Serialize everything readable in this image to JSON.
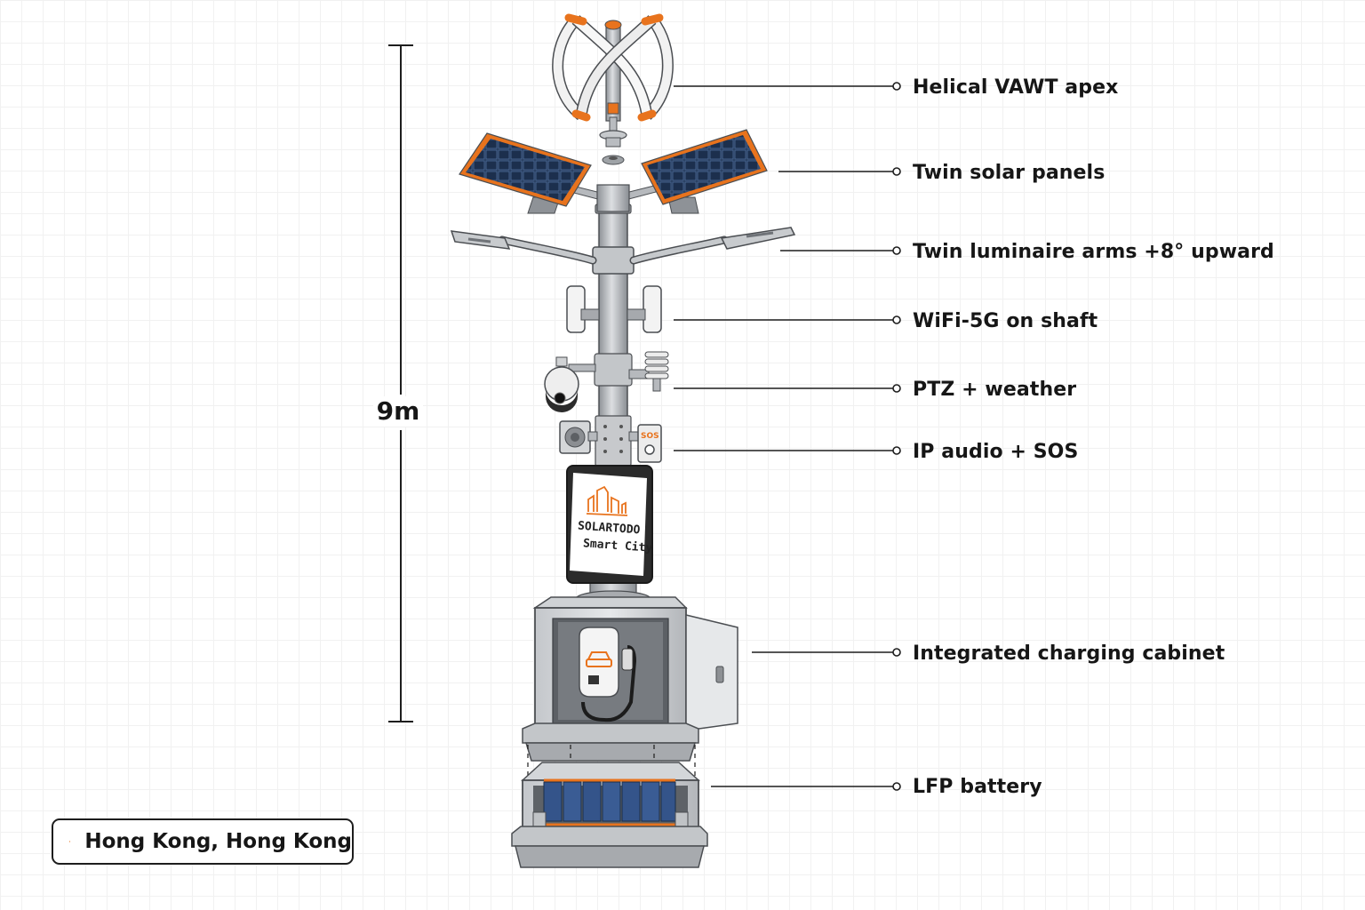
{
  "callouts": [
    {
      "id": "vawt",
      "label": "Helical VAWT apex"
    },
    {
      "id": "solar",
      "label": "Twin solar panels"
    },
    {
      "id": "luminaire",
      "label": "Twin luminaire arms +8° upward"
    },
    {
      "id": "wifi",
      "label": "WiFi-5G on shaft"
    },
    {
      "id": "ptz",
      "label": "PTZ + weather"
    },
    {
      "id": "audio",
      "label": "IP audio + SOS"
    },
    {
      "id": "cabinet",
      "label": "Integrated charging cabinet"
    },
    {
      "id": "battery",
      "label": "LFP battery"
    }
  ],
  "height_dimension": "9m",
  "location": "Hong Kong, Hong Kong",
  "screen": {
    "line1": "SOLARTODO",
    "line2": "Smart City"
  },
  "sos_label": "SOS",
  "icons": {
    "location": "map-pin-icon",
    "screen_logo": "city-skyline-icon",
    "charger": "car-icon"
  },
  "colors": {
    "accent": "#e8731d",
    "panel": "#1f3350",
    "steel": "#b9bcc0",
    "line": "#1d1d1d"
  }
}
